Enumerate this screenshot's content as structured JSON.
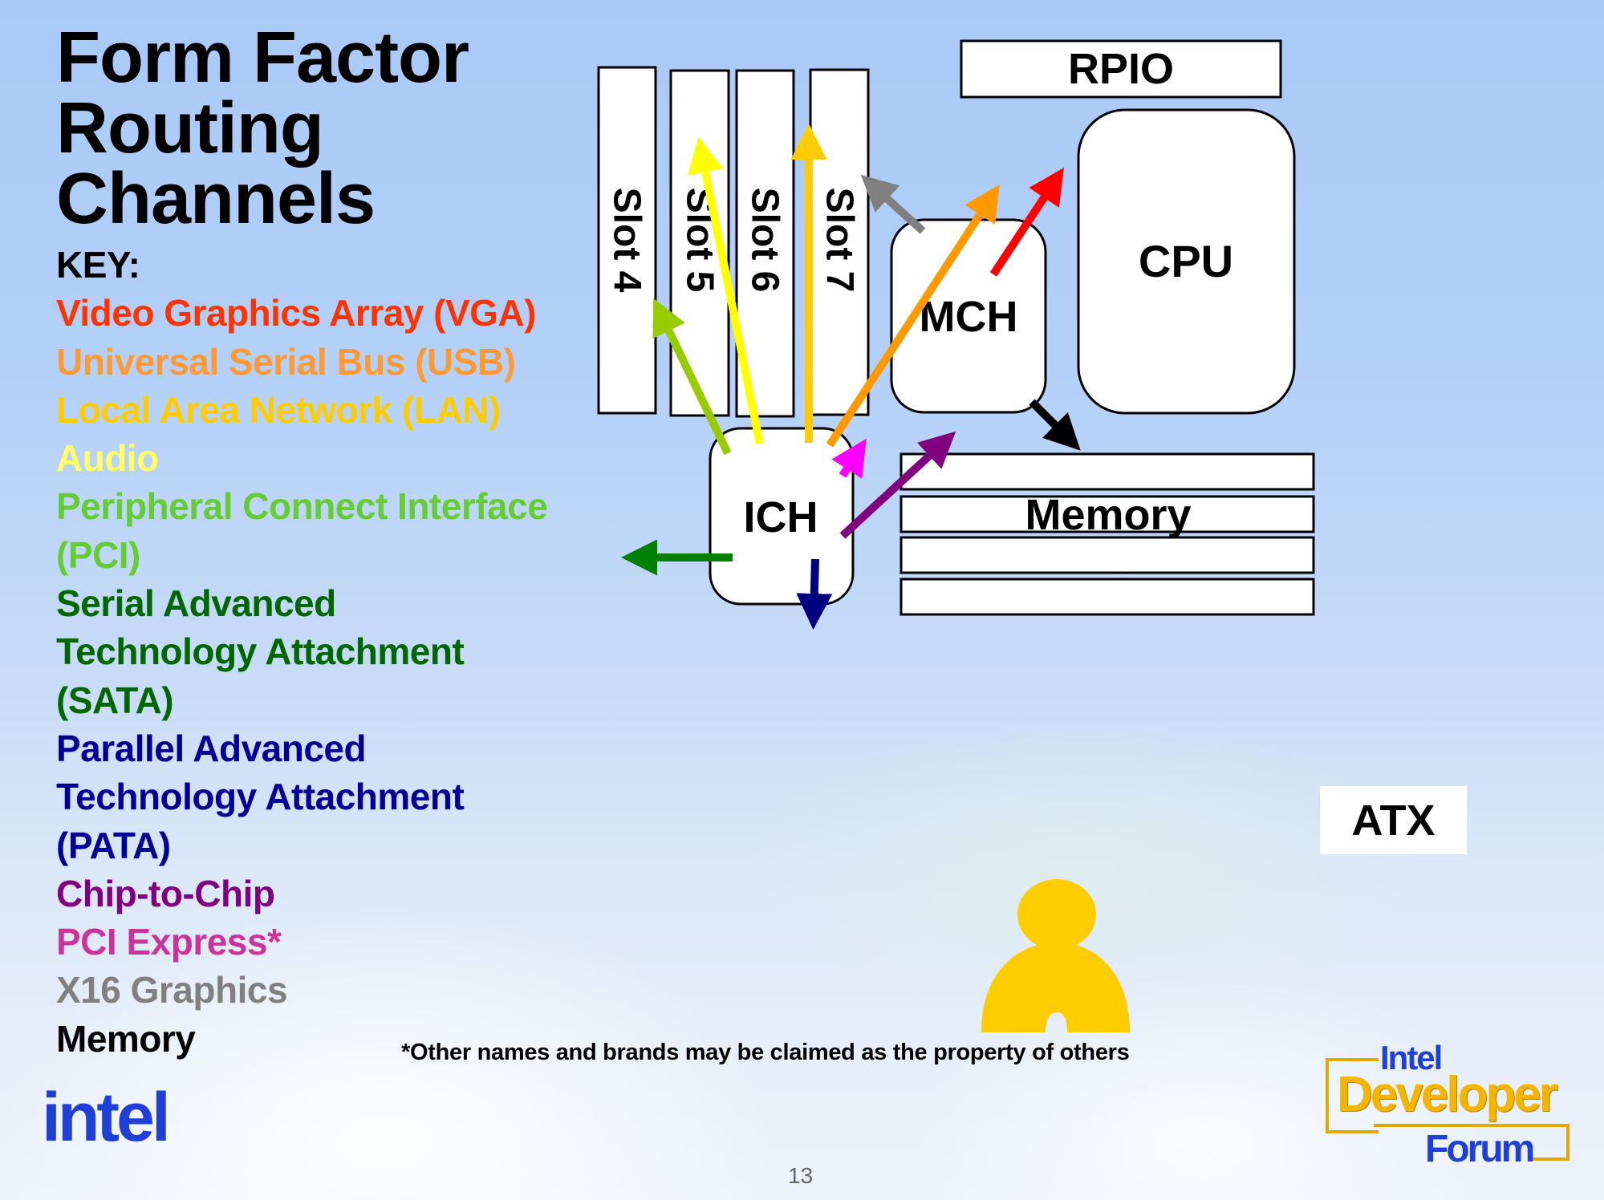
{
  "title": {
    "lines": [
      "Form Factor",
      "Routing",
      "Channels"
    ]
  },
  "key": {
    "heading": "KEY:",
    "items": [
      {
        "label": "Video Graphics Array (VGA)",
        "color": "#ff3300"
      },
      {
        "label": "Universal Serial Bus (USB)",
        "color": "#ff9933"
      },
      {
        "label": "Local Area Network (LAN)",
        "color": "#ffcc00"
      },
      {
        "label": "Audio",
        "color": "#ffff66"
      },
      {
        "label": "Peripheral Connect Interface",
        "color": "#66cc33"
      },
      {
        "label": "(PCI)",
        "color": "#66cc33"
      },
      {
        "label": "Serial Advanced",
        "color": "#006600"
      },
      {
        "label": "Technology Attachment",
        "color": "#006600"
      },
      {
        "label": "(SATA)",
        "color": "#006600"
      },
      {
        "label": "Parallel Advanced",
        "color": "#000099"
      },
      {
        "label": "Technology Attachment",
        "color": "#000099"
      },
      {
        "label": "(PATA)",
        "color": "#000099"
      },
      {
        "label": "Chip-to-Chip",
        "color": "#800080"
      },
      {
        "label": "PCI Express*",
        "color": "#cc3399"
      },
      {
        "label": "X16 Graphics",
        "color": "#808080"
      },
      {
        "label": "Memory",
        "color": "#000000"
      }
    ]
  },
  "diagram": {
    "slots": [
      "Slot 4",
      "Slot 5",
      "Slot 6",
      "Slot 7"
    ],
    "rpio": "RPIO",
    "cpu": "CPU",
    "mch": "MCH",
    "ich": "ICH",
    "memory": "Memory",
    "arrow_colors": {
      "vga": "#ff0000",
      "usb": "#ff9900",
      "lan": "#ffcc00",
      "audio": "#ffff00",
      "pci": "#99cc00",
      "sata": "#008000",
      "pata": "#000080",
      "chip_to_chip": "#800080",
      "pci_express": "#ff00ff",
      "x16_graphics": "#808080",
      "memory": "#000000"
    }
  },
  "form_factor_label": "ATX",
  "footnote": "*Other names and brands may be claimed as the property of others",
  "page_number": "13",
  "logos": {
    "intel": "intel",
    "idf_line1": "Intel",
    "idf_line2": "Developer",
    "idf_line3": "Forum"
  }
}
